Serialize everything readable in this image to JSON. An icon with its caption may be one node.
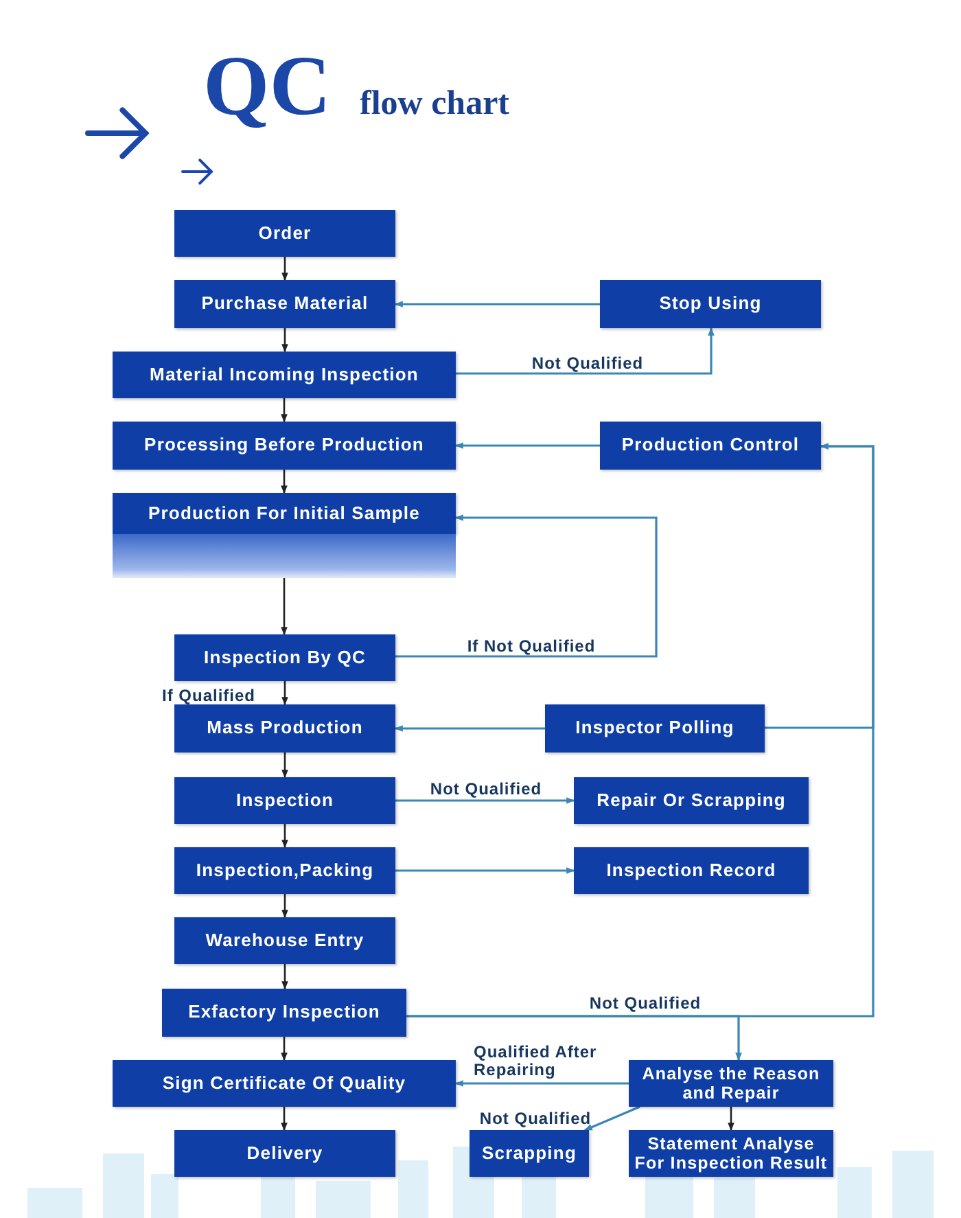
{
  "diagram": {
    "title": "QC",
    "nodes": [
      {
        "text": [
          "Order"
        ]
      },
      {
        "text": [
          "Purchase Material"
        ]
      },
      {
        "text": [
          "Stop Using"
        ]
      },
      {
        "text": [
          "Material Incoming Inspection"
        ]
      },
      {
        "text": [
          "Processing Before Production"
        ]
      },
      {
        "text": [
          "Production Control"
        ]
      },
      {
        "text": [
          "Production For Initial Sample"
        ]
      },
      {
        "text": [],
        "shape": "box"
      },
      {
        "text": [
          "Inspection By QC"
        ]
      },
      {
        "text": [
          "Mass Production"
        ]
      },
      {
        "text": [
          "Inspector Polling"
        ]
      },
      {
        "text": [
          "Inspection"
        ]
      },
      {
        "text": [
          "Repair Or Scrapping"
        ]
      },
      {
        "text": [
          "Inspection,Packing"
        ]
      },
      {
        "text": [
          "Inspection Record"
        ]
      },
      {
        "text": [
          "Warehouse Entry"
        ]
      },
      {
        "text": [
          "Exfactory Inspection"
        ]
      },
      {
        "text": [
          "Sign Certificate Of Quality"
        ]
      },
      {
        "text": [
          "Analyse the Reason and Repair"
        ]
      },
      {
        "text": [
          "Delivery"
        ]
      },
      {
        "text": [
          "Scrapping"
        ]
      },
      {
        "text": [
          "Statement Analyse For Inspection Result"
        ]
      }
    ],
    "edges": [
      {
        "from": 0,
        "to": 1,
        "arrow": "to"
      },
      {
        "from": 2,
        "to": 1,
        "arrow": "to",
        "color": "#3a87b5"
      },
      {
        "from": 1,
        "to": 3,
        "arrow": "to"
      },
      {
        "from": 3,
        "to": 2,
        "arrow": "to",
        "label": "Not Qualified",
        "color": "#3a87b5"
      },
      {
        "from": 3,
        "to": 4,
        "arrow": "to"
      },
      {
        "from": 5,
        "to": 4,
        "arrow": "to",
        "color": "#3a87b5"
      },
      {
        "from": 4,
        "to": 6,
        "arrow": "to"
      },
      {
        "from": 7,
        "to": 8,
        "arrow": "to"
      },
      {
        "from": 8,
        "to": 6,
        "arrow": "to",
        "label": "If Not Qualified",
        "color": "#3a87b5"
      },
      {
        "from": 8,
        "to": 9,
        "arrow": "to",
        "label": "If Qualified"
      },
      {
        "from": 10,
        "to": 9,
        "arrow": "to",
        "color": "#3a87b5"
      },
      {
        "from": 10,
        "to": 5,
        "arrow": "to",
        "color": "#3a87b5"
      },
      {
        "from": 9,
        "to": 11,
        "arrow": "to"
      },
      {
        "from": 11,
        "to": 12,
        "arrow": "to",
        "label": "Not Qualified",
        "color": "#3a87b5"
      },
      {
        "from": 11,
        "to": 13,
        "arrow": "to"
      },
      {
        "from": 13,
        "to": 14,
        "arrow": "to",
        "color": "#3a87b5"
      },
      {
        "from": 13,
        "to": 15,
        "arrow": "to"
      },
      {
        "from": 15,
        "to": 16,
        "arrow": "to"
      },
      {
        "from": 16,
        "to": 18,
        "arrow": "to",
        "label": "Not Qualified",
        "color": "#3a87b5"
      },
      {
        "from": 16,
        "to": 5,
        "arrow": "to",
        "color": "#3a87b5"
      },
      {
        "from": 16,
        "to": 17,
        "arrow": "to"
      },
      {
        "from": 18,
        "to": 17,
        "arrow": "to",
        "label": "Qualified After Repairing",
        "color": "#3a87b5"
      },
      {
        "from": 17,
        "to": 19,
        "arrow": "to"
      },
      {
        "from": 18,
        "to": 20,
        "arrow": "to",
        "label": "Not Qualified",
        "color": "#3a87b5"
      },
      {
        "from": 18,
        "to": 21,
        "arrow": "to"
      }
    ],
    "labels": [
      "flow chart"
    ]
  }
}
